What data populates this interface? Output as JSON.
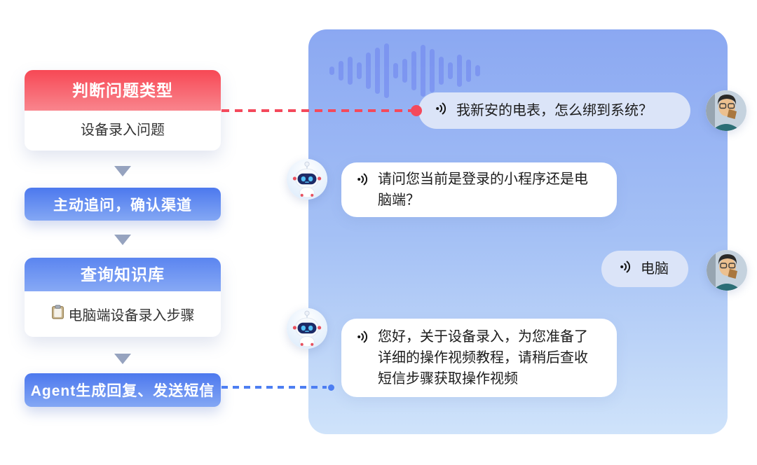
{
  "flowchart": {
    "step1": {
      "title": "判断问题类型",
      "body": "设备录入问题",
      "accent": "#f74855"
    },
    "step2": {
      "label": "主动追问，确认渠道"
    },
    "step3": {
      "title": "查询知识库",
      "body": "电脑端设备录入步骤",
      "body_icon": "clipboard-icon"
    },
    "step4": {
      "label": "Agent生成回复、发送短信"
    }
  },
  "chat": {
    "messages": [
      {
        "role": "user",
        "icon": "voice-message-icon",
        "text": "我新安的电表，怎么绑到系统？"
      },
      {
        "role": "bot",
        "icon": "voice-message-icon",
        "text": "请问您当前是登录的小程序还是电脑端？"
      },
      {
        "role": "user",
        "icon": "voice-message-icon",
        "text": "电脑"
      },
      {
        "role": "bot",
        "icon": "voice-message-icon",
        "text": "您好，关于设备录入，为您准备了详细的操作视频教程，请稍后查收短信步骤获取操作视频"
      }
    ],
    "avatars": {
      "user": "user-photo-avatar",
      "bot": "robot-avatar"
    }
  },
  "waveform": {
    "bar_heights": [
      12,
      28,
      40,
      24,
      52,
      66,
      78,
      22,
      34,
      56,
      74,
      62,
      40,
      24,
      46,
      32,
      16
    ]
  },
  "colors": {
    "accent_red": "#f4495c",
    "accent_blue": "#4c78ee",
    "panel_gradient_top": "#8ba8f2",
    "panel_gradient_bottom": "#cfe3fa",
    "user_bubble": "#dbe4f8",
    "bot_bubble": "#ffffff",
    "arrow_gray": "#96a3bf"
  }
}
